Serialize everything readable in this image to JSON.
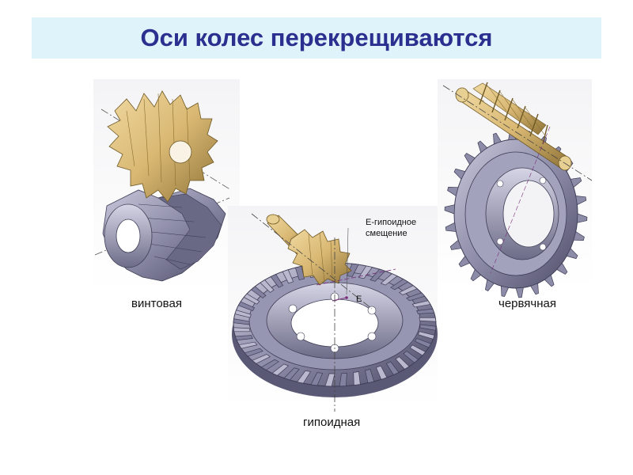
{
  "title": "Оси колес перекрещиваются",
  "gears": {
    "screw": {
      "label": "винтовая"
    },
    "hypoid": {
      "label": "гипоидная",
      "offset_note_line1": "Е-гипоидное",
      "offset_note_line2": "смещение",
      "offset_mark": "Е"
    },
    "worm": {
      "label": "червячная"
    }
  },
  "colors": {
    "title_text": "#2b2f8f",
    "title_bg": "#dff3fa",
    "gear_steel": "#8d8ca8",
    "gear_brass": "#d9b873"
  }
}
